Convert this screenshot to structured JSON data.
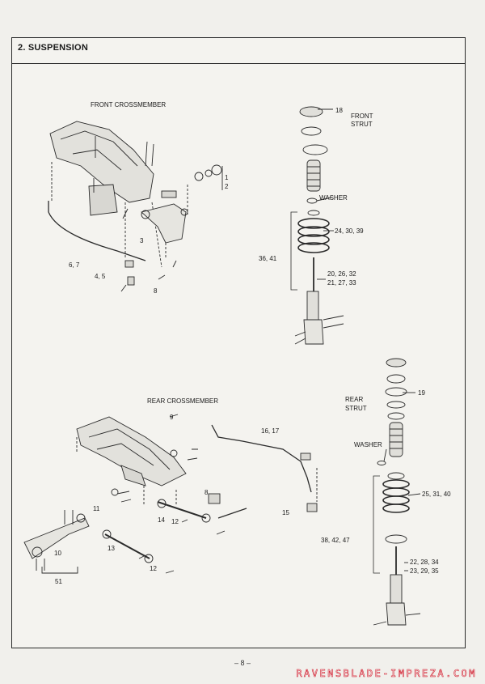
{
  "section": {
    "title": "2. SUSPENSION"
  },
  "front": {
    "crossmember_label": "FRONT CROSSMEMBER",
    "strut_label_1": "FRONT",
    "strut_label_2": "STRUT",
    "washer_label": "WASHER",
    "callouts": {
      "c18": "18",
      "c1": "1",
      "c2": "2",
      "c3": "3",
      "c67": "6, 7",
      "c45": "4, 5",
      "c8": "8",
      "c243039": "24, 30, 39",
      "c3641": "36, 41",
      "c202632": "20, 26, 32",
      "c212733": "21, 27, 33"
    }
  },
  "rear": {
    "crossmember_label": "REAR CROSSMEMBER",
    "strut_label_1": "REAR",
    "strut_label_2": "STRUT",
    "washer_label": "WASHER",
    "callouts": {
      "c9": "9",
      "c1617": "16, 17",
      "c19": "19",
      "c11": "11",
      "c14": "14",
      "c12a": "12",
      "c8": "8",
      "c15": "15",
      "c253140": "25, 31, 40",
      "c384247": "38, 42, 47",
      "c222834": "22, 28, 34",
      "c232935": "23, 29, 35",
      "c10": "10",
      "c13": "13",
      "c12b": "12",
      "c51": "51"
    }
  },
  "footer": {
    "page_number": "– 8 –",
    "watermark": "RAVENSBLADE-IMPREZA.COM"
  }
}
